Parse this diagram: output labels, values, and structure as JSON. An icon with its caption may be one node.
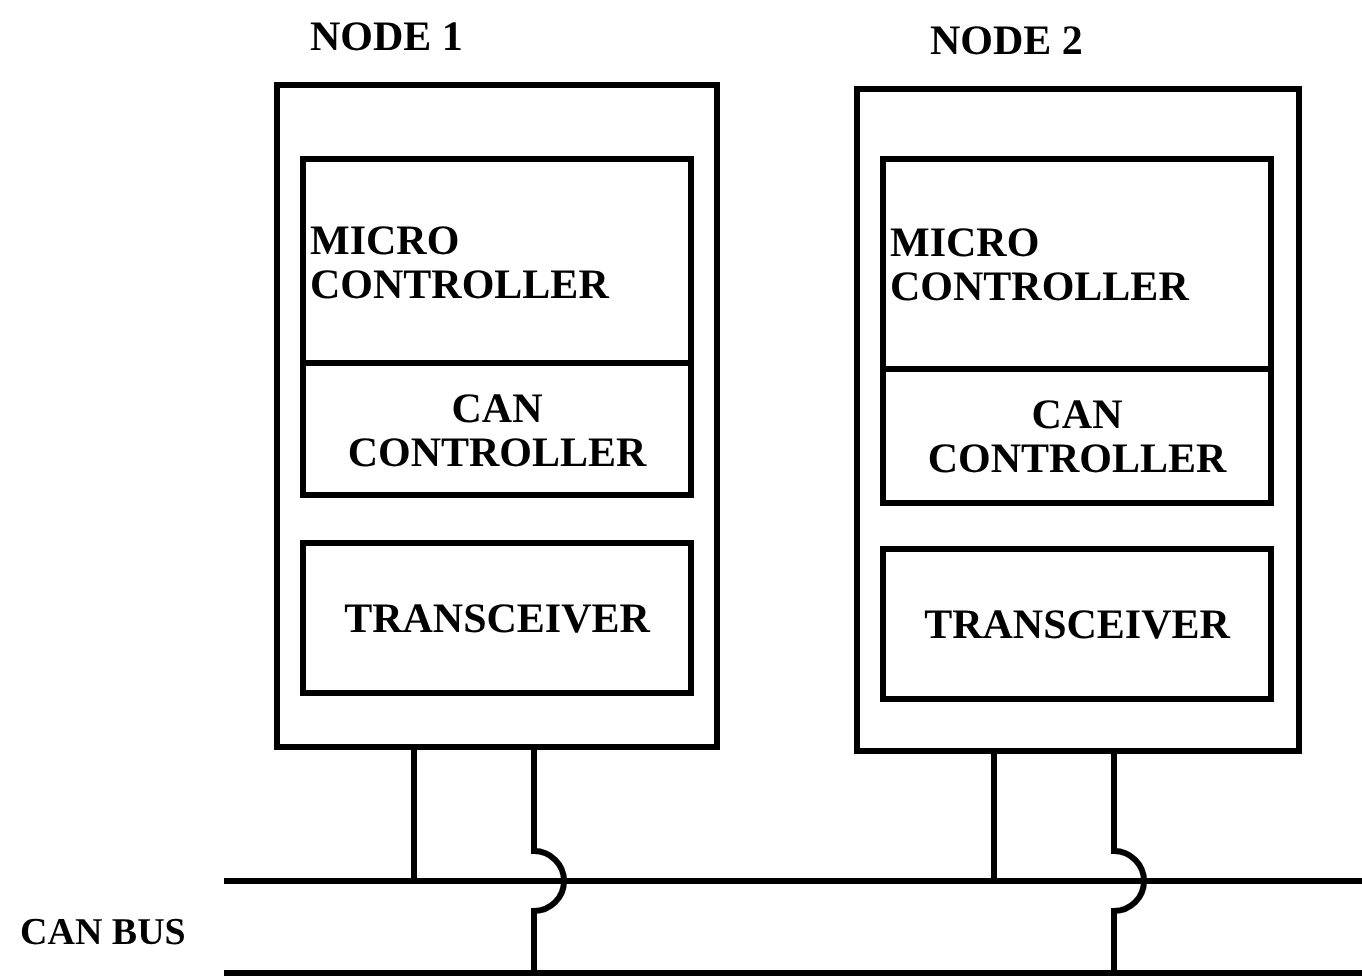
{
  "diagram": {
    "nodes": [
      {
        "text": [
          "NODE 1"
        ]
      },
      {
        "text": [
          "MICRO CONTROLLER"
        ],
        "in": 0
      },
      {
        "text": [
          "CAN CONTROLLER"
        ],
        "in": 0
      },
      {
        "text": [
          "TRANSCEIVER"
        ],
        "in": 0
      },
      {
        "text": [
          "NODE 2"
        ]
      },
      {
        "text": [
          "MICRO CONTROLLER"
        ],
        "in": 4
      },
      {
        "text": [
          "CAN CONTROLLER"
        ],
        "in": 4
      },
      {
        "text": [
          "TRANSCEIVER"
        ],
        "in": 4
      },
      {
        "text": [],
        "shape": "bar"
      },
      {
        "text": [],
        "shape": "bar"
      }
    ],
    "edges": [
      {
        "from": 3,
        "to": 8,
        "arrow": "none"
      },
      {
        "from": 3,
        "to": 9,
        "arrow": "none"
      },
      {
        "from": 7,
        "to": 8,
        "arrow": "none"
      },
      {
        "from": 7,
        "to": 9,
        "arrow": "none"
      }
    ],
    "labels": [
      "CAN BUS"
    ]
  }
}
